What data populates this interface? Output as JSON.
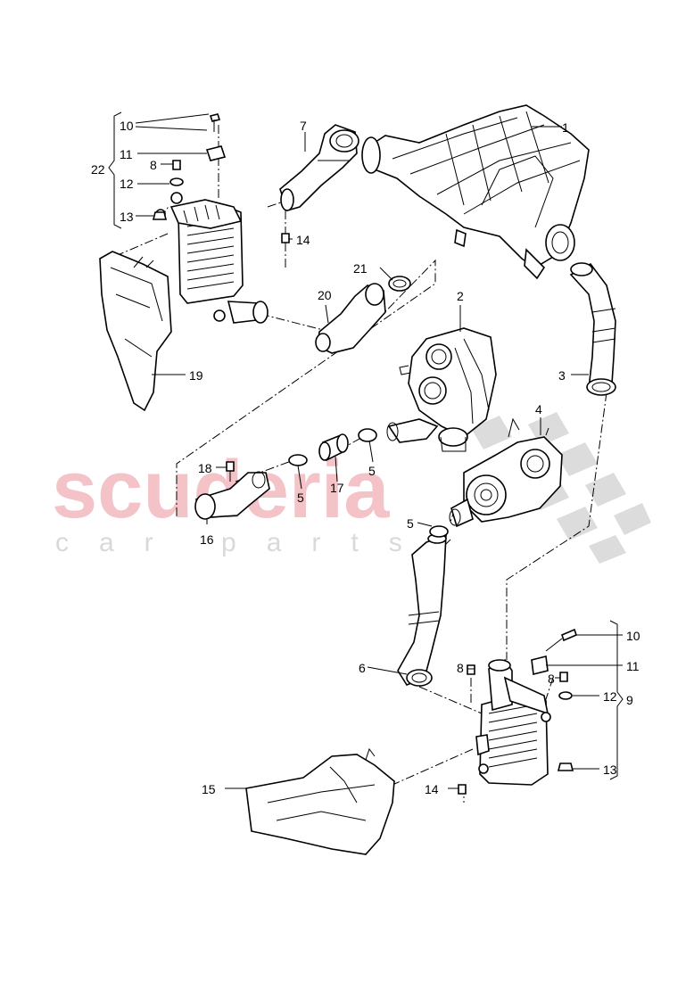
{
  "watermark": {
    "brand": "scuderia",
    "tagline": "car parts"
  },
  "callouts": {
    "c1": "1",
    "c2": "2",
    "c3": "3",
    "c4": "4",
    "c5a": "5",
    "c5b": "5",
    "c5c": "5",
    "c6": "6",
    "c7": "7",
    "c8a": "8",
    "c8b": "8",
    "c9": "9",
    "c10a": "10",
    "c10b": "10",
    "c11a": "11",
    "c11b": "11",
    "c12a": "12",
    "c12b": "12",
    "c13a": "13",
    "c13b": "13",
    "c14a": "14",
    "c14b": "14",
    "c15": "15",
    "c16": "16",
    "c17": "17",
    "c18": "18",
    "c19": "19",
    "c20": "20",
    "c21": "21",
    "c22": "22"
  },
  "colors": {
    "line": "#000000",
    "watermark": "#f3c3c8",
    "checker": "#d8d8d8"
  }
}
